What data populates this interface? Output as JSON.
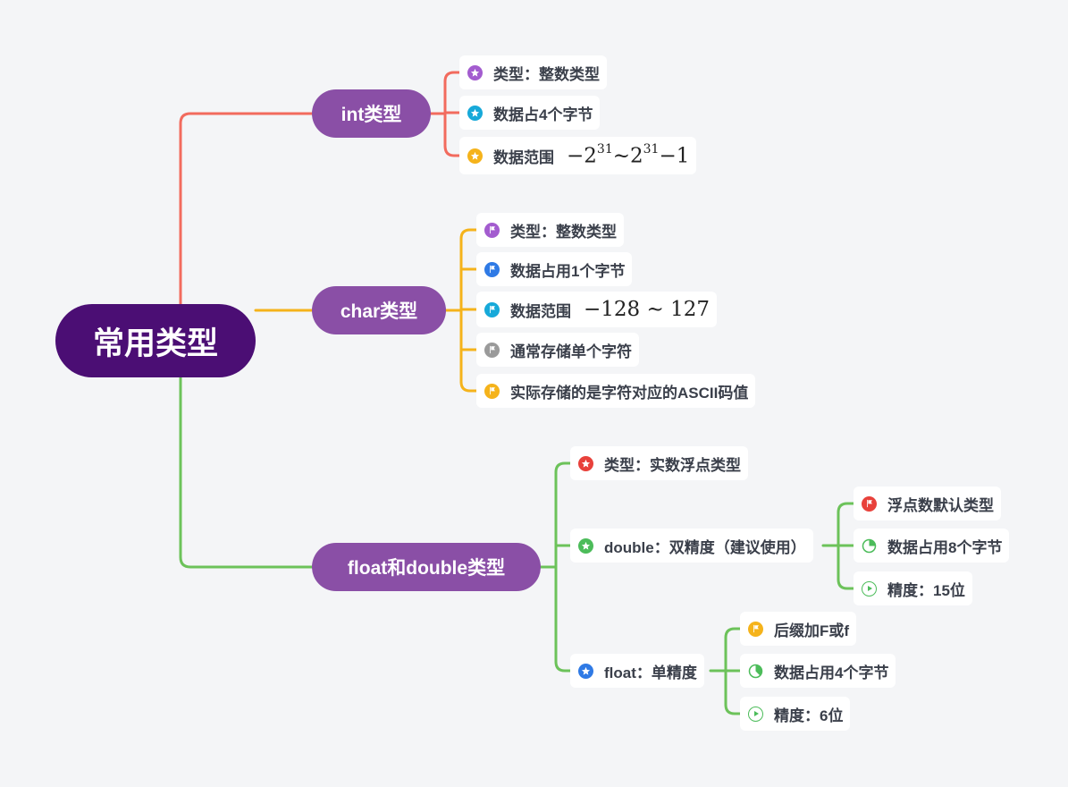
{
  "root": {
    "label": "常用类型"
  },
  "colors": {
    "root_bg": "#4b0e74",
    "branch_bg": "#8a4fa6",
    "line_int": "#f26b5e",
    "line_char": "#f5b31b",
    "line_float": "#6cc25a"
  },
  "branches": {
    "int": {
      "label": "int类型",
      "items": [
        {
          "text": "类型：整数类型",
          "icon": "star-icon",
          "color": "#a35ccf"
        },
        {
          "text": "数据占4个字节",
          "icon": "star-icon",
          "color": "#17a9d9"
        },
        {
          "text": "数据范围",
          "icon": "star-icon",
          "color": "#f5b31b"
        }
      ],
      "range_math": {
        "prefix": "−2",
        "exp1": "31",
        "mid": "∼2",
        "exp2": "31",
        "suffix": "−1"
      }
    },
    "char": {
      "label": "char类型",
      "items": [
        {
          "text": "类型：整数类型",
          "icon": "flag-icon",
          "color": "#a35ccf"
        },
        {
          "text": "数据占用1个字节",
          "icon": "flag-icon",
          "color": "#2f7ae5"
        },
        {
          "text": "数据范围",
          "icon": "flag-icon",
          "color": "#17a9d9"
        },
        {
          "text": "通常存储单个字符",
          "icon": "flag-icon",
          "color": "#9a9a9a"
        },
        {
          "text": "实际存储的是字符对应的ASCII码值",
          "icon": "flag-icon",
          "color": "#f5b31b"
        }
      ],
      "range_math": "−128 ∼ 127"
    },
    "float_double": {
      "label": "float和double类型",
      "type_item": {
        "text": "类型：实数浮点类型",
        "icon": "star-icon",
        "color": "#e8413b"
      },
      "double": {
        "text": "double：双精度（建议使用）",
        "icon": "star-icon",
        "color": "#4cbc5a",
        "children": [
          {
            "text": "浮点数默认类型",
            "icon": "flag-icon",
            "color": "#e8413b"
          },
          {
            "text": "数据占用8个字节",
            "icon": "progress-icon",
            "color": "#4cbc5a",
            "progress": 0.25
          },
          {
            "text": "精度：15位",
            "icon": "play-icon",
            "color": "#4cbc5a"
          }
        ]
      },
      "float": {
        "text": "float：单精度",
        "icon": "star-icon",
        "color": "#2f7ae5",
        "children": [
          {
            "text": "后缀加F或f",
            "icon": "flag-icon",
            "color": "#f5b31b"
          },
          {
            "text": "数据占用4个字节",
            "icon": "progress-icon",
            "color": "#4cbc5a",
            "progress": 0.375
          },
          {
            "text": "精度：6位",
            "icon": "play-icon",
            "color": "#4cbc5a"
          }
        ]
      }
    }
  }
}
